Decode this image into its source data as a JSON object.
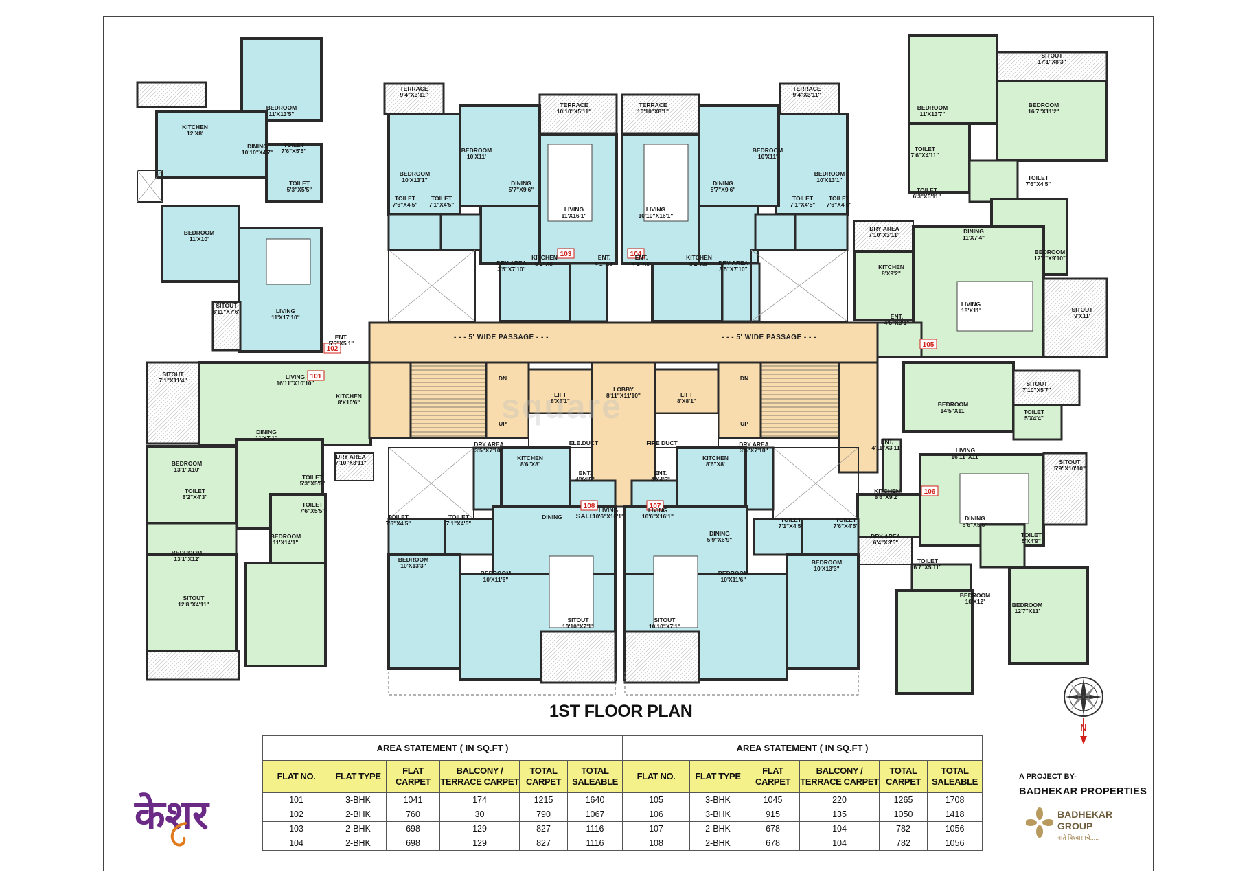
{
  "plan": {
    "title": "1ST FLOOR PLAN",
    "passages": [
      "- - - 5' WIDE PASSAGE - - -",
      "- - - 5' WIDE PASSAGE - - -"
    ],
    "watermark": "square"
  },
  "flats": {
    "f101": "101",
    "f102": "102",
    "f103": "103",
    "f104": "104",
    "f105": "105",
    "f106": "106",
    "f107": "107",
    "f108": "108",
    "sale": "SALE"
  },
  "rooms": {
    "r01": [
      "BEDROOM",
      "11'X13'5\""
    ],
    "r02": [
      "KITCHEN",
      "12'X8'"
    ],
    "r03": [
      "DINING",
      "10'10\"X4'7\""
    ],
    "r04": [
      "TOILET",
      "7'6\"X5'5\""
    ],
    "r05": [
      "TOILET",
      "5'3\"X5'5\""
    ],
    "r06": [
      "BEDROOM",
      "11'X10'"
    ],
    "r07": [
      "SITOUT",
      "3'11\"X7'6\""
    ],
    "r08": [
      "LIVING",
      "11'X17'10\""
    ],
    "r09": [
      "ENT.",
      "5'5\"X5'1\""
    ],
    "r10": [
      "SITOUT",
      "7'1\"X11'4\""
    ],
    "r11": [
      "LIVING",
      "16'11\"X10'10\""
    ],
    "r12": [
      "KITCHEN",
      "8'X10'6\""
    ],
    "r13": [
      "DINING",
      "11'X7'1\""
    ],
    "r14": [
      "DRY AREA",
      "7'10\"X3'11\""
    ],
    "r15": [
      "BEDROOM",
      "13'1\"X10'"
    ],
    "r16": [
      "TOILET",
      "5'3\"X5'5\""
    ],
    "r17": [
      "TOILET",
      "8'2\"X4'3\""
    ],
    "r18": [
      "TOILET",
      "7'6\"X5'5\""
    ],
    "r19": [
      "BEDROOM",
      "11'X14'1\""
    ],
    "r20": [
      "BEDROOM",
      "13'1\"X12'"
    ],
    "r21": [
      "SITOUT",
      "12'8\"X4'11\""
    ],
    "r22": [
      "TERRACE",
      "9'4\"X3'11\""
    ],
    "r23": [
      "TERRACE",
      "10'10\"X5'11\""
    ],
    "r24": [
      "BEDROOM",
      "10'X11'"
    ],
    "r25": [
      "BEDROOM",
      "10'X13'1\""
    ],
    "r26": [
      "DINING",
      "5'7\"X9'6\""
    ],
    "r27": [
      "TOILET",
      "7'6\"X4'5\""
    ],
    "r28": [
      "TOILET",
      "7'1\"X4'5\""
    ],
    "r29": [
      "LIVING",
      "11'X16'1\""
    ],
    "r30": [
      "KITCHEN",
      "8'2\"X8'"
    ],
    "r31": [
      "DRY AREA",
      "3'5\"X7'10\""
    ],
    "r32": [
      "ENT.",
      "4'1\"X8'"
    ],
    "r33": [
      "TERRACE",
      "10'10\"X8'1\""
    ],
    "r34": [
      "TERRACE",
      "9'4\"X3'11\""
    ],
    "r35": [
      "BEDROOM",
      "10'X11'"
    ],
    "r36": [
      "BEDROOM",
      "10'X13'1\""
    ],
    "r37": [
      "DINING",
      "5'7\"X9'6\""
    ],
    "r38": [
      "TOILET",
      "7'1\"X4'5\""
    ],
    "r39": [
      "TOILET",
      "7'6\"X4'5\""
    ],
    "r40": [
      "LIVING",
      "10'10\"X16'1\""
    ],
    "r41": [
      "KITCHEN",
      "8'2\"X8'"
    ],
    "r42": [
      "DRY AREA",
      "3'5\"X7'10\""
    ],
    "r43": [
      "ENT.",
      "4'1\"X8'"
    ],
    "r44": [
      "LOBBY",
      "8'11\"X11'10\""
    ],
    "r45": [
      "LIFT",
      "8'X8'1\""
    ],
    "r46": [
      "LIFT",
      "8'X8'1\""
    ],
    "r47": [
      "SITOUT",
      "17'1\"X8'3\""
    ],
    "r48": [
      "BEDROOM",
      "11'X13'7\""
    ],
    "r49": [
      "BEDROOM",
      "16'7\"X11'2\""
    ],
    "r50": [
      "TOILET",
      "7'6\"X4'11\""
    ],
    "r51": [
      "TOILET",
      "6'3\"X5'11\""
    ],
    "r52": [
      "TOILET",
      "7'6\"X4'5\""
    ],
    "r53": [
      "DRY AREA",
      "7'10\"X3'11\""
    ],
    "r54": [
      "KITCHEN",
      "8'X9'2\""
    ],
    "r55": [
      "DINING",
      "11'X7'4\""
    ],
    "r56": [
      "BEDROOM",
      "12'2\"X9'10\""
    ],
    "r57": [
      "LIVING",
      "18'X11'"
    ],
    "r58": [
      "SITOUT",
      "9'X11'"
    ],
    "r59": [
      "ENT.",
      "4'5\"X3'1\""
    ],
    "r60": [
      "SITOUT",
      "7'10\"X5'7\""
    ],
    "r61": [
      "BEDROOM",
      "14'5\"X11'"
    ],
    "r62": [
      "TOILET",
      "5'X4'4\""
    ],
    "r63": [
      "ENT.",
      "4'11\"X3'11\""
    ],
    "r64": [
      "LIVING",
      "16'11\"X11'"
    ],
    "r65": [
      "SITOUT",
      "5'9\"X10'10\""
    ],
    "r66": [
      "KITCHEN",
      "8'6\"X9'2\""
    ],
    "r67": [
      "DINING",
      "8'6\"X5'5\""
    ],
    "r68": [
      "DRY AREA",
      "6'4\"X3'5\""
    ],
    "r69": [
      "TOILET",
      "5'X4'9\""
    ],
    "r70": [
      "TOILET",
      "6'7\"X5'11\""
    ],
    "r71": [
      "BEDROOM",
      "10'X12'"
    ],
    "r72": [
      "BEDROOM",
      "12'7\"X11'"
    ],
    "r73": [
      "DRY AREA",
      "3'5\"X7'10\""
    ],
    "r74": [
      "KITCHEN",
      "8'6\"X8'"
    ],
    "r75": [
      "ENT.",
      "4'X4'5\""
    ],
    "r76": [
      "DINING",
      ""
    ],
    "r77": [
      "LIVING",
      "10'6\"X16'1\""
    ],
    "r78": [
      "TOILET",
      "7'6\"X4'5\""
    ],
    "r79": [
      "TOILET",
      "7'1\"X4'5\""
    ],
    "r80": [
      "BEDROOM",
      "10'X13'3\""
    ],
    "r81": [
      "BEDROOM",
      "10'X11'6\""
    ],
    "r82": [
      "SITOUT",
      "10'10\"X7'1\""
    ],
    "r83": [
      "KITCHEN",
      "8'6\"X8'"
    ],
    "r84": [
      "DRY AREA",
      "3'5\"X7'10\""
    ],
    "r85": [
      "ENT.",
      "4'X4'5\""
    ],
    "r86": [
      "LIVING",
      "10'6\"X16'1\""
    ],
    "r87": [
      "DINING",
      "5'9\"X6'9\""
    ],
    "r88": [
      "TOILET",
      "7'1\"X4'5\""
    ],
    "r89": [
      "TOILET",
      "7'6\"X4'5\""
    ],
    "r90": [
      "BEDROOM",
      "10'X13'3\""
    ],
    "r91": [
      "BEDROOM",
      "10'X11'6\""
    ],
    "r92": [
      "SITOUT",
      "10'10\"X7'1\""
    ],
    "r93": [
      "ELE.DUCT",
      ""
    ],
    "r94": [
      "FIRE DUCT",
      ""
    ],
    "r95": [
      "DN",
      ""
    ],
    "r96": [
      "UP",
      ""
    ],
    "r97": [
      "DN",
      ""
    ],
    "r98": [
      "UP",
      ""
    ]
  },
  "area_statement": {
    "caption_left": "AREA STATEMENT  ( IN SQ.FT )",
    "caption_right": "AREA STATEMENT  ( IN SQ.FT )",
    "headers": [
      "FLAT NO.",
      "FLAT TYPE",
      "FLAT CARPET",
      "BALCONY / TERRACE CARPET",
      "TOTAL CARPET",
      "TOTAL SALEABLE"
    ],
    "left_rows": [
      [
        "101",
        "3-BHK",
        "1041",
        "174",
        "1215",
        "1640"
      ],
      [
        "102",
        "2-BHK",
        "760",
        "30",
        "790",
        "1067"
      ],
      [
        "103",
        "2-BHK",
        "698",
        "129",
        "827",
        "1116"
      ],
      [
        "104",
        "2-BHK",
        "698",
        "129",
        "827",
        "1116"
      ]
    ],
    "right_rows": [
      [
        "105",
        "3-BHK",
        "1045",
        "220",
        "1265",
        "1708"
      ],
      [
        "106",
        "3-BHK",
        "915",
        "135",
        "1050",
        "1418"
      ],
      [
        "107",
        "2-BHK",
        "678",
        "104",
        "782",
        "1056"
      ],
      [
        "108",
        "2-BHK",
        "678",
        "104",
        "782",
        "1056"
      ]
    ]
  },
  "branding": {
    "project_by": "A PROJECT BY-",
    "developer": "BADHEKAR PROPERTIES",
    "group_name_1": "BADHEKAR",
    "group_name_2": "GROUP",
    "group_tagline": "नाते विश्वासाचे.....",
    "brand_name": "केशर",
    "north": "N"
  },
  "colors": {
    "blue_unit": "#bfe8ec",
    "green_unit": "#d6f0d2",
    "passage": "#f8dcae",
    "wall": "#2a2a2a",
    "table_header": "#f4f08a",
    "flat_number": "#d0201a",
    "brand": "#6b2a86"
  }
}
